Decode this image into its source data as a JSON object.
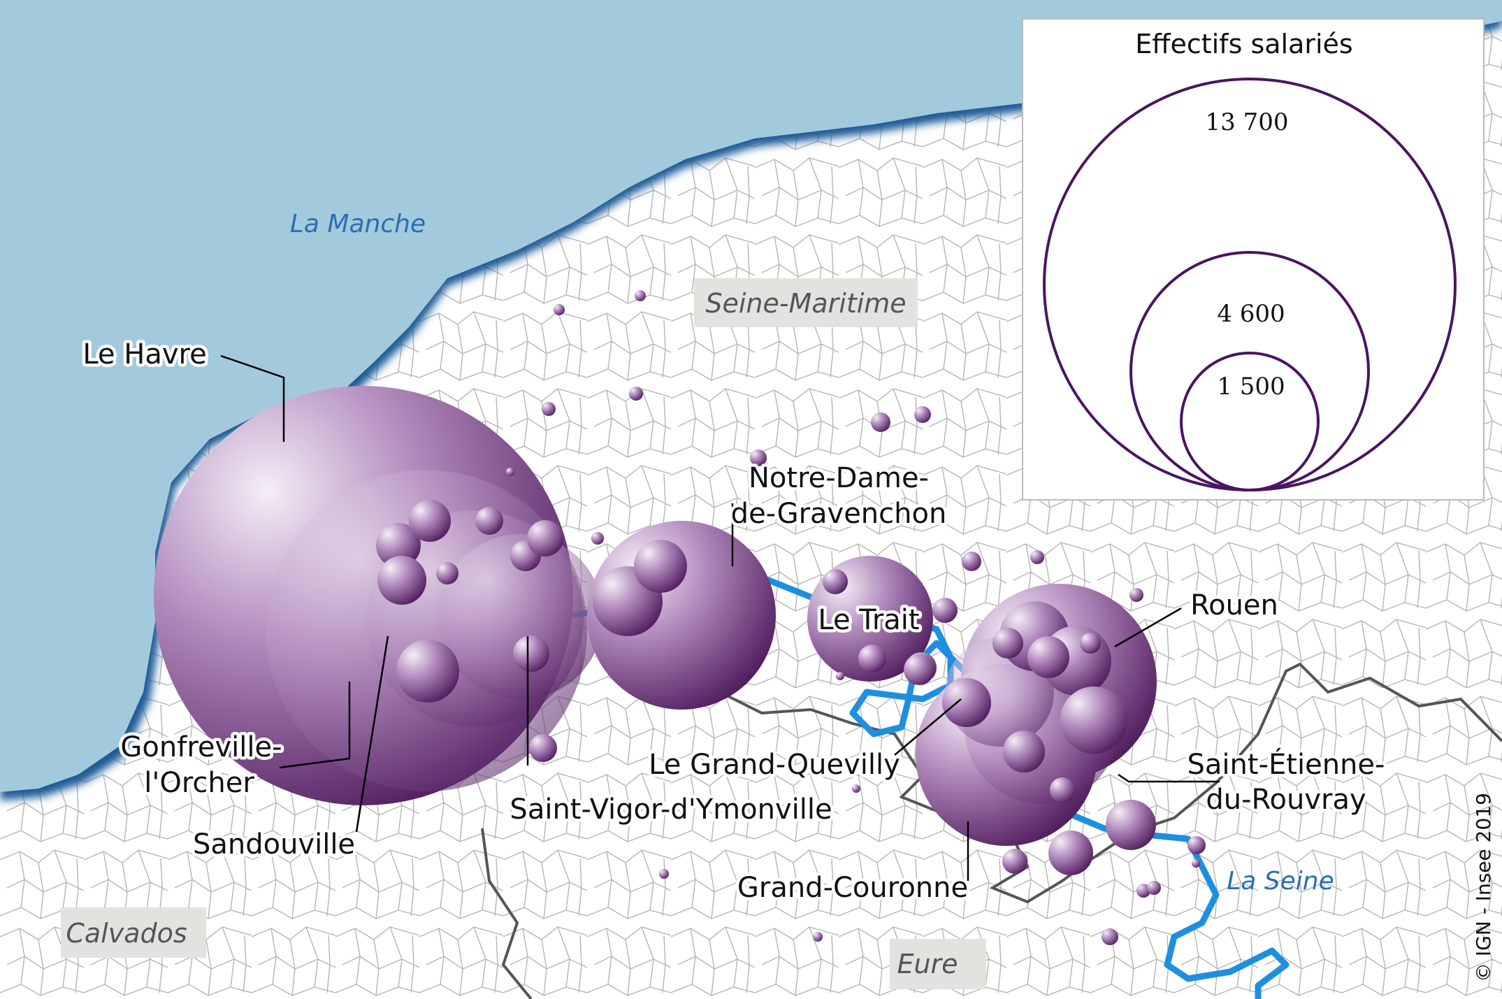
{
  "map": {
    "water_labels": {
      "sea": "La Manche",
      "river": "La Seine"
    },
    "departments": [
      "Seine-Maritime",
      "Calvados",
      "Eure"
    ],
    "places": [
      {
        "id": "le-havre",
        "label": "Le Havre"
      },
      {
        "id": "gonfreville",
        "label_lines": [
          "Gonfreville-",
          "l'Orcher"
        ]
      },
      {
        "id": "sandouville",
        "label": "Sandouville"
      },
      {
        "id": "saint-vigor",
        "label": "Saint-Vigor-d'Ymonville"
      },
      {
        "id": "notre-dame",
        "label_lines": [
          "Notre-Dame-",
          "de-Gravenchon"
        ]
      },
      {
        "id": "le-trait",
        "label": "Le Trait"
      },
      {
        "id": "rouen",
        "label": "Rouen"
      },
      {
        "id": "le-grand-quevilly",
        "label": "Le Grand-Quevilly"
      },
      {
        "id": "saint-etienne",
        "label_lines": [
          "Saint-Étienne-",
          "du-Rouvray"
        ]
      },
      {
        "id": "grand-couronne",
        "label": "Grand-Couronne"
      }
    ],
    "legend": {
      "title": "Effectifs salariés",
      "values": [
        "13 700",
        "4 600",
        "1 500"
      ]
    },
    "credit": "© IGN - Insee 2019",
    "colors": {
      "sea": "#a3c9dd",
      "coast_shade": "#1e5a96",
      "bubble_dark": "#4e1a5c",
      "bubble_light": "#f2ecf4",
      "legend_stroke": "#4a1560",
      "river": "#1e8fe0",
      "commune_border": "#9a9a9a",
      "dept_border": "#555555"
    }
  }
}
